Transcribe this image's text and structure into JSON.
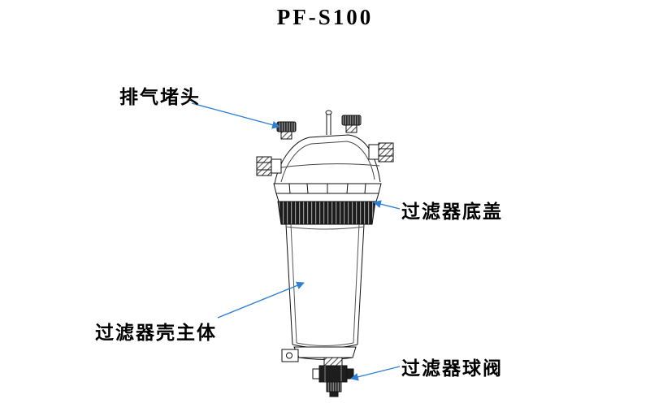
{
  "title": "PF-S100",
  "diagram": {
    "labels": {
      "exhaust_plug": "排气堵头",
      "filter_bottom_cover": "过滤器底盖",
      "filter_shell_body": "过滤器壳主体",
      "filter_ball_valve": "过滤器球阀"
    },
    "colors": {
      "line": "#111111",
      "leader": "#2f7fd4",
      "background": "#ffffff",
      "dark_fill": "#1d1d1d"
    }
  }
}
